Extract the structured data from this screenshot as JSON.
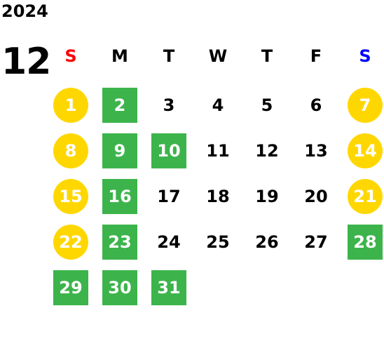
{
  "year": "2024",
  "month": "12",
  "colors": {
    "sunday": "#ff0000",
    "saturday": "#0000ff",
    "weekday": "#000000",
    "holiday_bg": "#ffd700",
    "closed_bg": "#3cb44b"
  },
  "weekdays": [
    {
      "label": "S",
      "kind": "sunday"
    },
    {
      "label": "M",
      "kind": "weekday"
    },
    {
      "label": "T",
      "kind": "weekday"
    },
    {
      "label": "W",
      "kind": "weekday"
    },
    {
      "label": "T",
      "kind": "weekday"
    },
    {
      "label": "F",
      "kind": "weekday"
    },
    {
      "label": "S",
      "kind": "saturday"
    }
  ],
  "days": [
    {
      "day": "1",
      "style": "holiday"
    },
    {
      "day": "2",
      "style": "closed"
    },
    {
      "day": "3",
      "style": "plain"
    },
    {
      "day": "4",
      "style": "plain"
    },
    {
      "day": "5",
      "style": "plain"
    },
    {
      "day": "6",
      "style": "plain"
    },
    {
      "day": "7",
      "style": "holiday"
    },
    {
      "day": "8",
      "style": "holiday"
    },
    {
      "day": "9",
      "style": "closed"
    },
    {
      "day": "10",
      "style": "closed"
    },
    {
      "day": "11",
      "style": "plain"
    },
    {
      "day": "12",
      "style": "plain"
    },
    {
      "day": "13",
      "style": "plain"
    },
    {
      "day": "14",
      "style": "holiday"
    },
    {
      "day": "15",
      "style": "holiday"
    },
    {
      "day": "16",
      "style": "closed"
    },
    {
      "day": "17",
      "style": "plain"
    },
    {
      "day": "18",
      "style": "plain"
    },
    {
      "day": "19",
      "style": "plain"
    },
    {
      "day": "20",
      "style": "plain"
    },
    {
      "day": "21",
      "style": "holiday"
    },
    {
      "day": "22",
      "style": "holiday"
    },
    {
      "day": "23",
      "style": "closed"
    },
    {
      "day": "24",
      "style": "plain"
    },
    {
      "day": "25",
      "style": "plain"
    },
    {
      "day": "26",
      "style": "plain"
    },
    {
      "day": "27",
      "style": "plain"
    },
    {
      "day": "28",
      "style": "closed"
    },
    {
      "day": "29",
      "style": "closed"
    },
    {
      "day": "30",
      "style": "closed"
    },
    {
      "day": "31",
      "style": "closed"
    }
  ]
}
